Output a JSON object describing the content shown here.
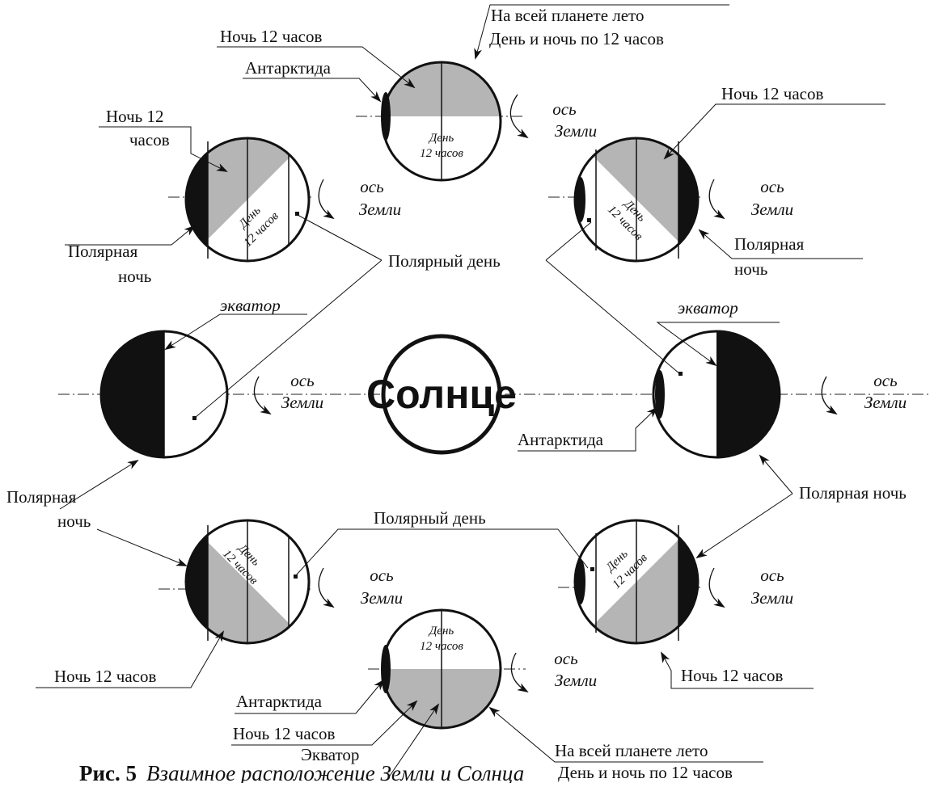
{
  "sun": "Солнце",
  "axis_label": [
    "ось",
    "Земли"
  ],
  "day12": [
    "День",
    "12 часов"
  ],
  "night12": "Ночь 12 часов",
  "night12_two_lines": [
    "Ночь 12",
    "часов"
  ],
  "antarctica": "Антарктида",
  "equator": "экватор",
  "equator_cap": "Экватор",
  "polar_day": "Полярный день",
  "polar_night": "Полярная ночь",
  "polar_night_two_lines": [
    "Полярная",
    "ночь"
  ],
  "summer": "На всей планете лето",
  "day_night_equal": "День и ночь по 12 часов",
  "caption": {
    "bold": "Рис. 5",
    "italic": "Взаимное расположение Земли и Солнца"
  },
  "colors": {
    "shade": "#b5b5b6",
    "ink": "#111111",
    "paper": "#ffffff"
  }
}
